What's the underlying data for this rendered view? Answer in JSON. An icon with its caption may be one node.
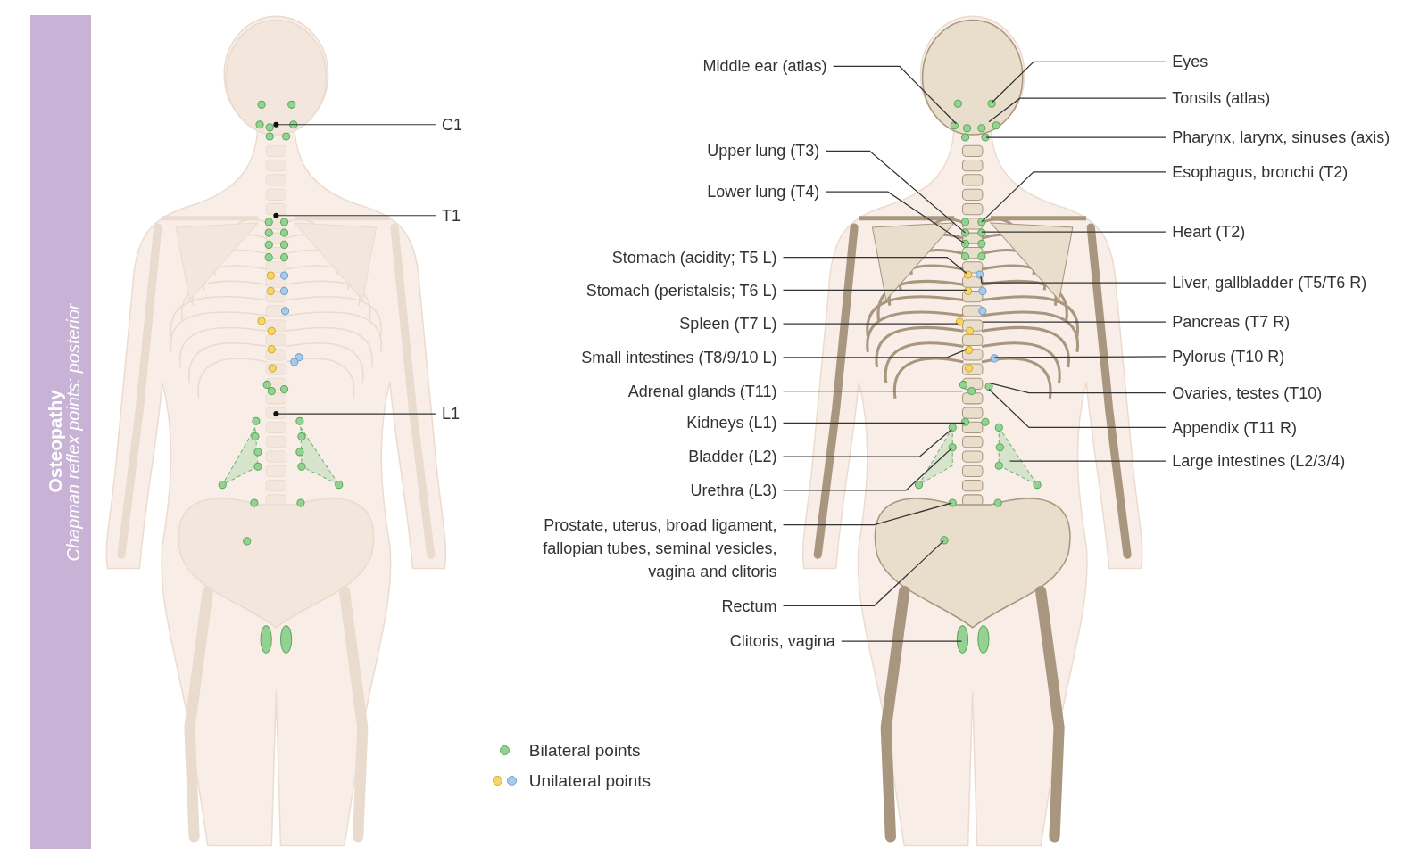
{
  "diagram": {
    "title": "Osteopathy",
    "nodes": [
      {
        "text": [
          "C1"
        ]
      },
      {
        "text": [
          "T1"
        ]
      },
      {
        "text": [
          "L1"
        ]
      },
      {
        "text": [
          "Middle ear (atlas)"
        ]
      },
      {
        "text": [
          "Upper lung (T3)"
        ]
      },
      {
        "text": [
          "Lower lung (T4)"
        ]
      },
      {
        "text": [
          "Stomach (acidity; T5 L)"
        ]
      },
      {
        "text": [
          "Stomach (peristalsis; T6 L)"
        ]
      },
      {
        "text": [
          "Spleen (T7 L)"
        ]
      },
      {
        "text": [
          "Small intestines (T8/9/10 L)"
        ]
      },
      {
        "text": [
          "Adrenal glands (T11)"
        ]
      },
      {
        "text": [
          "Kidneys (L1)"
        ]
      },
      {
        "text": [
          "Bladder (L2)"
        ]
      },
      {
        "text": [
          "Urethra (L3)"
        ]
      },
      {
        "text": [
          "Prostate, uterus, broad ligament, fallopian tubes, seminal vesicles, vagina and clitoris"
        ]
      },
      {
        "text": [
          "Rectum"
        ]
      },
      {
        "text": [
          "Clitoris, vagina"
        ]
      },
      {
        "text": [
          "Eyes"
        ]
      },
      {
        "text": [
          "Tonsils (atlas)"
        ]
      },
      {
        "text": [
          "Pharynx, larynx, sinuses (axis)"
        ]
      },
      {
        "text": [
          "Esophagus, bronchi (T2)"
        ]
      },
      {
        "text": [
          "Heart (T2)"
        ]
      },
      {
        "text": [
          "Liver, gallbladder (T5/T6 R)"
        ]
      },
      {
        "text": [
          "Pancreas (T7 R)"
        ]
      },
      {
        "text": [
          "Pylorus (T10 R)"
        ]
      },
      {
        "text": [
          "Ovaries, testes (T10)"
        ]
      },
      {
        "text": [
          "Appendix (T11 R)"
        ]
      },
      {
        "text": [
          "Large intestines (L2/3/4)"
        ]
      }
    ],
    "edges": [
      {
        "from": 0,
        "to": null,
        "arrow": "other"
      },
      {
        "from": 1,
        "to": null,
        "arrow": "other"
      },
      {
        "from": 2,
        "to": null,
        "arrow": "other"
      },
      {
        "from": 3,
        "to": null,
        "arrow": "none"
      },
      {
        "from": 4,
        "to": null,
        "arrow": "none"
      },
      {
        "from": 5,
        "to": null,
        "arrow": "none"
      },
      {
        "from": 6,
        "to": null,
        "arrow": "none"
      },
      {
        "from": 7,
        "to": null,
        "arrow": "none"
      },
      {
        "from": 8,
        "to": null,
        "arrow": "none"
      },
      {
        "from": 9,
        "to": null,
        "arrow": "none"
      },
      {
        "from": 10,
        "to": null,
        "arrow": "none"
      },
      {
        "from": 11,
        "to": null,
        "arrow": "none"
      },
      {
        "from": 12,
        "to": null,
        "arrow": "none"
      },
      {
        "from": 13,
        "to": null,
        "arrow": "none"
      },
      {
        "from": 14,
        "to": null,
        "arrow": "none"
      },
      {
        "from": 15,
        "to": null,
        "arrow": "none"
      },
      {
        "from": 16,
        "to": null,
        "arrow": "none"
      },
      {
        "from": 17,
        "to": null,
        "arrow": "none"
      },
      {
        "from": 18,
        "to": null,
        "arrow": "none"
      },
      {
        "from": 19,
        "to": null,
        "arrow": "none"
      },
      {
        "from": 20,
        "to": null,
        "arrow": "none"
      },
      {
        "from": 21,
        "to": null,
        "arrow": "none"
      },
      {
        "from": 22,
        "to": null,
        "arrow": "none"
      },
      {
        "from": 23,
        "to": null,
        "arrow": "none"
      },
      {
        "from": 24,
        "to": null,
        "arrow": "none"
      },
      {
        "from": 25,
        "to": null,
        "arrow": "none"
      },
      {
        "from": 26,
        "to": null,
        "arrow": "none"
      },
      {
        "from": 27,
        "to": null,
        "arrow": "none"
      }
    ],
    "labels": [
      "Chapman reflex points: posterior"
    ],
    "legend": [
      {
        "text": "Bilateral points",
        "color": "#93d293"
      },
      {
        "text": "Unilateral points"
      }
    ]
  }
}
